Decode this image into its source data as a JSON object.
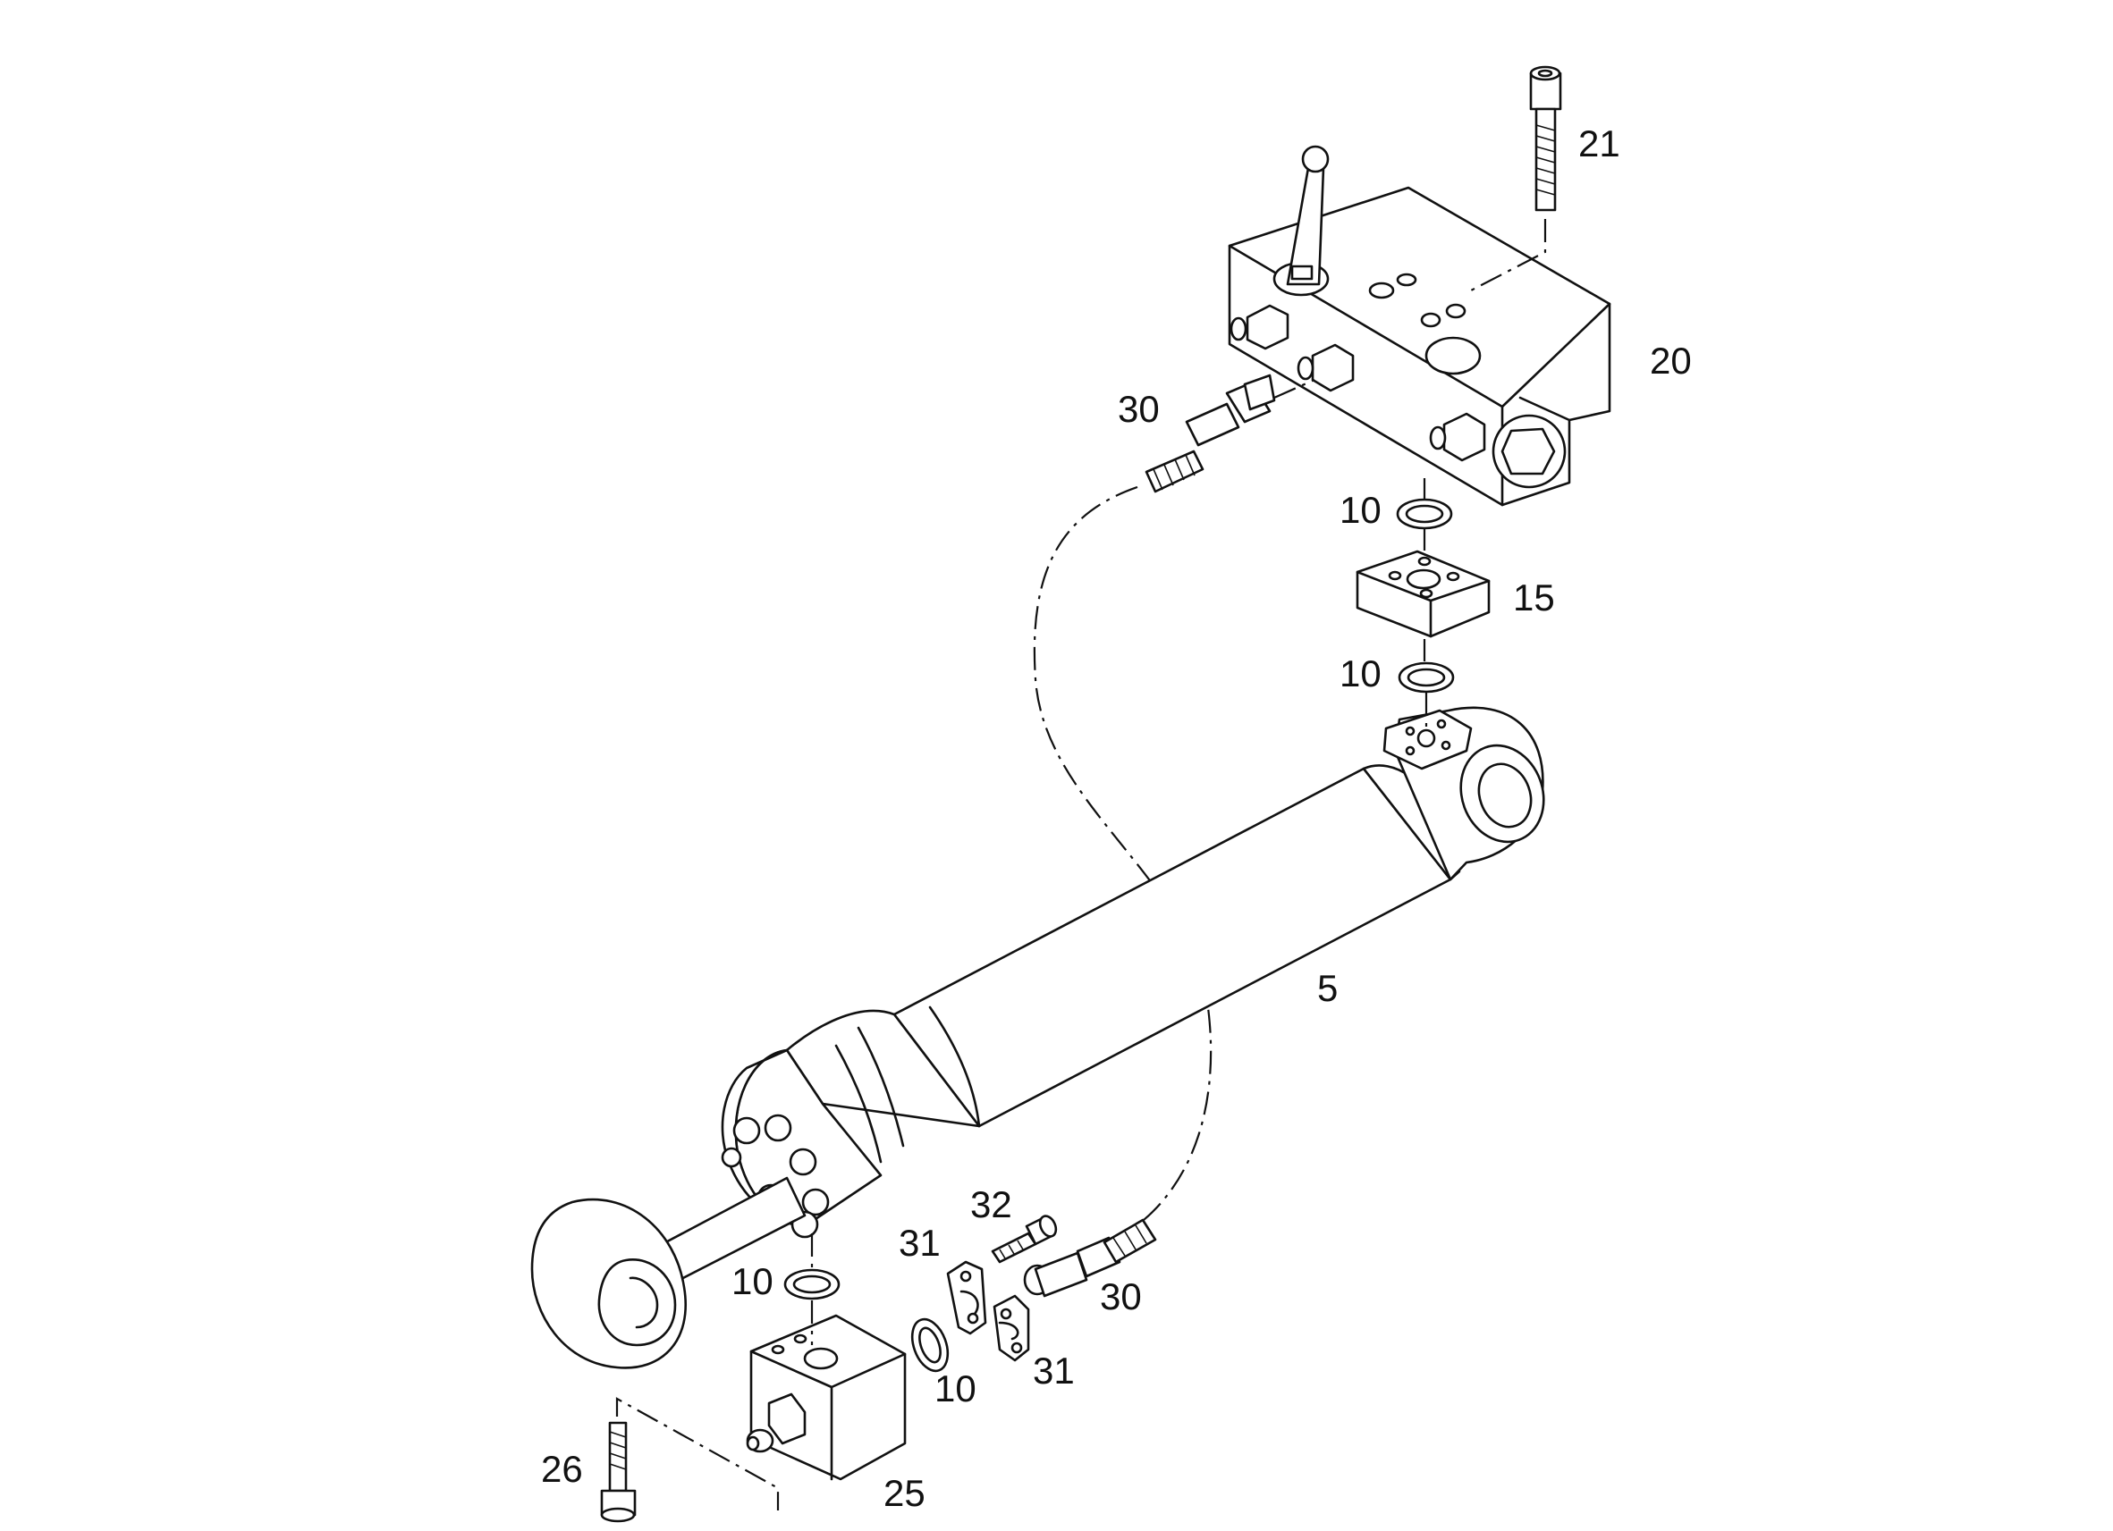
{
  "diagram": {
    "callouts": {
      "c21": "21",
      "c20": "20",
      "c30_top": "30",
      "c10_a": "10",
      "c15": "15",
      "c10_b": "10",
      "c5": "5",
      "c32": "32",
      "c31_a": "31",
      "c10_c": "10",
      "c30_bottom": "30",
      "c10_d": "10",
      "c31_b": "31",
      "c26": "26",
      "c25": "25"
    }
  }
}
